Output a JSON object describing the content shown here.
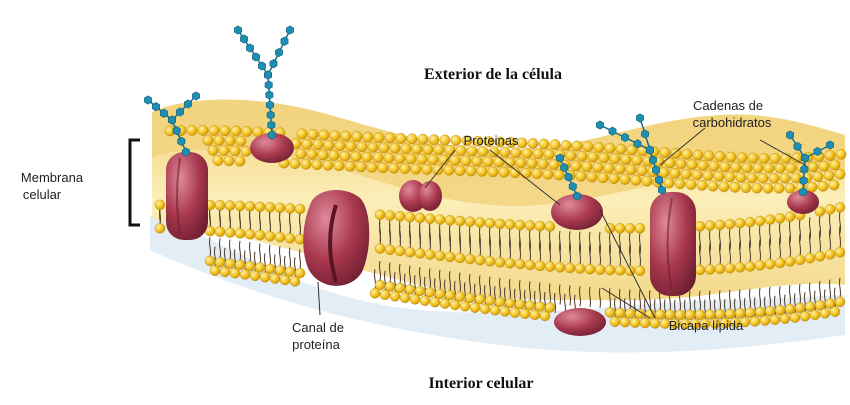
{
  "titles": {
    "exterior": "Exterior de la célula",
    "interior": "Interior celular"
  },
  "labels": {
    "membrana_line1": "Membrana",
    "membrana_line2": "celular",
    "proteinas": "Proteinas",
    "cadenas_line1": "Cadenas de",
    "cadenas_line2": "carbohidratos",
    "canal_line1": "Canal de",
    "canal_line2": "proteína",
    "bicapa": "Bicapa lípida"
  },
  "colors": {
    "membrane_fill": "#f7dc8c",
    "phospholipid_head": "#f0be1e",
    "protein": "#a8384e",
    "carbohydrate": "#1e8fb3",
    "shadow": "#dbe8f3"
  }
}
